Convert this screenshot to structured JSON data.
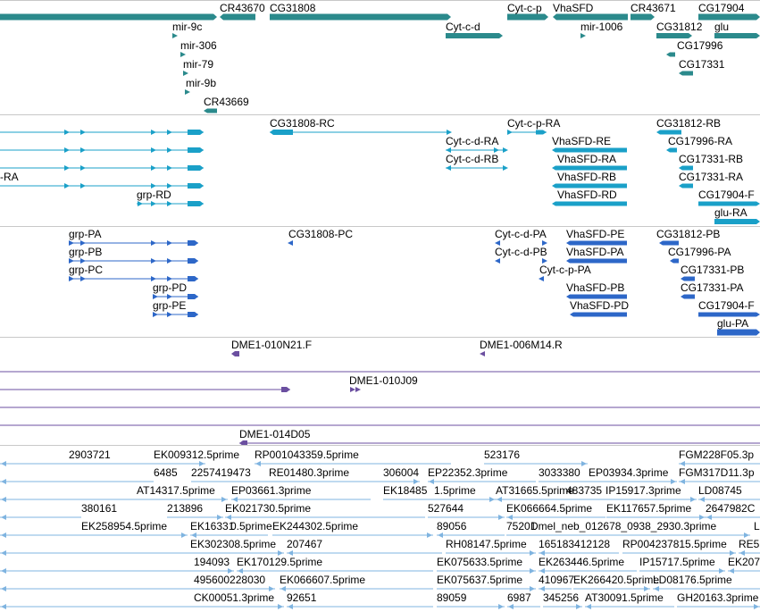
{
  "colors": {
    "gene": "#2b8a8c",
    "transcript_rna": "#1aa0c8",
    "transcript_cds": "#2d67c8",
    "clone": "#6b4fa0",
    "est": "#7fb4e0",
    "separator": "#c8c8c8"
  },
  "gene_labels": [
    "CR43670",
    "CG31808",
    "Cyt-c-p",
    "VhaSFD",
    "CR43671",
    "CG17904",
    "mir-9c",
    "Cyt-c-d",
    "mir-1006",
    "CG31812",
    "glu",
    "mir-306",
    "CG17996",
    "mir-79",
    "CG17331",
    "mir-9b",
    "CR43669"
  ],
  "rna_labels": [
    "CG31808-RC",
    "Cyt-c-p-RA",
    "CG31812-RB",
    "Cyt-c-d-RA",
    "VhaSFD-RE",
    "CG17996-RA",
    "Cyt-c-d-RB",
    "VhaSFD-RA",
    "CG17331-RB",
    "-RA",
    "VhaSFD-RB",
    "CG17331-RA",
    "grp-RD",
    "VhaSFD-RD",
    "CG17904-F",
    "glu-RA"
  ],
  "protein_labels": [
    "grp-PA",
    "CG31808-PC",
    "Cyt-c-d-PA",
    "VhaSFD-PE",
    "CG31812-PB",
    "grp-PB",
    "Cyt-c-d-PB",
    "VhaSFD-PA",
    "CG17996-PA",
    "grp-PC",
    "Cyt-c-p-PA",
    "CG17331-PB",
    "grp-PD",
    "VhaSFD-PB",
    "CG17331-PA",
    "grp-PE",
    "VhaSFD-PD",
    "CG17904-F",
    "glu-PA"
  ],
  "clone_labels": [
    "DME1-010N21.F",
    "DME1-006M14.R",
    "DME1-010J09",
    "DME1-014D05"
  ],
  "est_labels": [
    "2903721",
    "EK009312.5prime",
    "RP001043359.5prime",
    "523176",
    "FGM228F05.3p",
    "6485",
    "2257419473",
    "RE01480.3prime",
    "306004",
    "EP22352.3prime",
    "3033380",
    "EP03934.3prime",
    "FGM317D11.3p",
    "AT14317.5prime",
    "EP03661.3prime",
    "EK18485",
    "1.5prime",
    "AT31665.5prime",
    "483735",
    "IP15917.3prime",
    "LD08745",
    "380161",
    "213896",
    "EK021730.5prime",
    "527644",
    "EK066664.5prime",
    "EK117657.5prime",
    "2647982C",
    "EK258954.5prime",
    "EK16331",
    "0.5prime",
    "EK244302.5prime",
    "89056",
    "75201",
    "Dmel_neb_012678_0938_2930.3prime",
    "L",
    "EK302308.5prime",
    "207467",
    "RH08147.5prime",
    "165183412128",
    "RP004237815.5prime",
    "RE5",
    "194093",
    "EK170129.5prime",
    "EK075633.5prime",
    "EK263446.5prime",
    "IP15717.5prime",
    "EK207",
    "495600228030",
    "EK066607.5prime",
    "EK075637.5prime",
    "410967",
    "EK266420.5prime",
    "LD08176.5prime",
    "CK00051.3prime",
    "92651",
    "89059",
    "6987",
    "345256",
    "AT30091.5prime",
    "GH20163.3prime"
  ]
}
